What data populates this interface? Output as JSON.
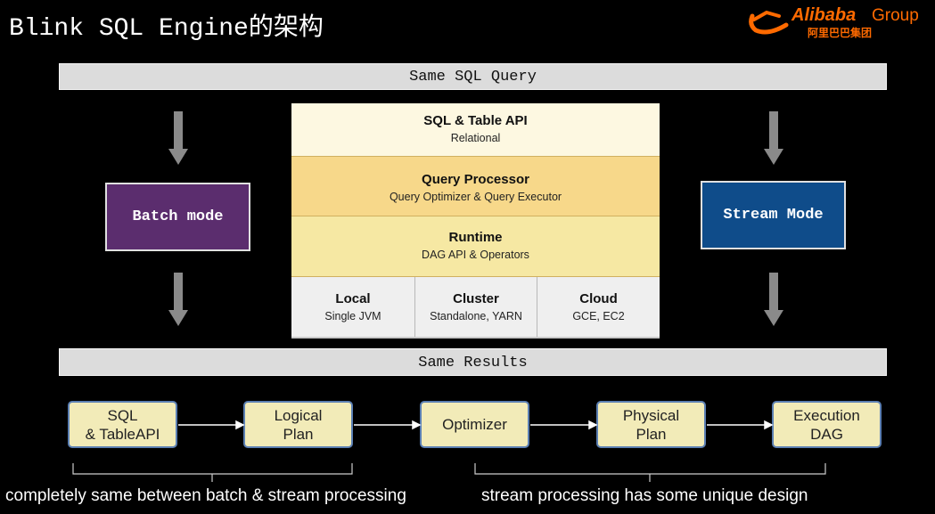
{
  "title": "Blink SQL Engine的架构",
  "logo": {
    "name": "Alibaba",
    "suffix": "Group",
    "chinese": "阿里巴巴集团"
  },
  "top_bar": "Same SQL Query",
  "bottom_bar": "Same Results",
  "stack": {
    "layers": [
      {
        "heading": "SQL & Table API",
        "sub": "Relational",
        "color": "#fdf8e1"
      },
      {
        "heading": "Query Processor",
        "sub": "Query Optimizer & Query Executor",
        "color": "#f7d88a"
      },
      {
        "heading": "Runtime",
        "sub": "DAG API & Operators",
        "color": "#f6e8a3"
      }
    ],
    "deploy": [
      {
        "heading": "Local",
        "sub": "Single JVM"
      },
      {
        "heading": "Cluster",
        "sub": "Standalone, YARN"
      },
      {
        "heading": "Cloud",
        "sub": "GCE, EC2"
      }
    ]
  },
  "modes": {
    "batch": {
      "label": "Batch mode",
      "color": "#5b2d6e"
    },
    "stream": {
      "label": "Stream Mode",
      "color": "#0f4c8a"
    }
  },
  "pipeline": [
    {
      "line1": "SQL",
      "line2": "& TableAPI"
    },
    {
      "line1": "Logical",
      "line2": "Plan"
    },
    {
      "line1": "Optimizer",
      "line2": ""
    },
    {
      "line1": "Physical",
      "line2": "Plan"
    },
    {
      "line1": "Execution",
      "line2": "DAG"
    }
  ],
  "captions": {
    "left": "completely same between batch & stream processing",
    "right": "stream processing has some unique design"
  }
}
